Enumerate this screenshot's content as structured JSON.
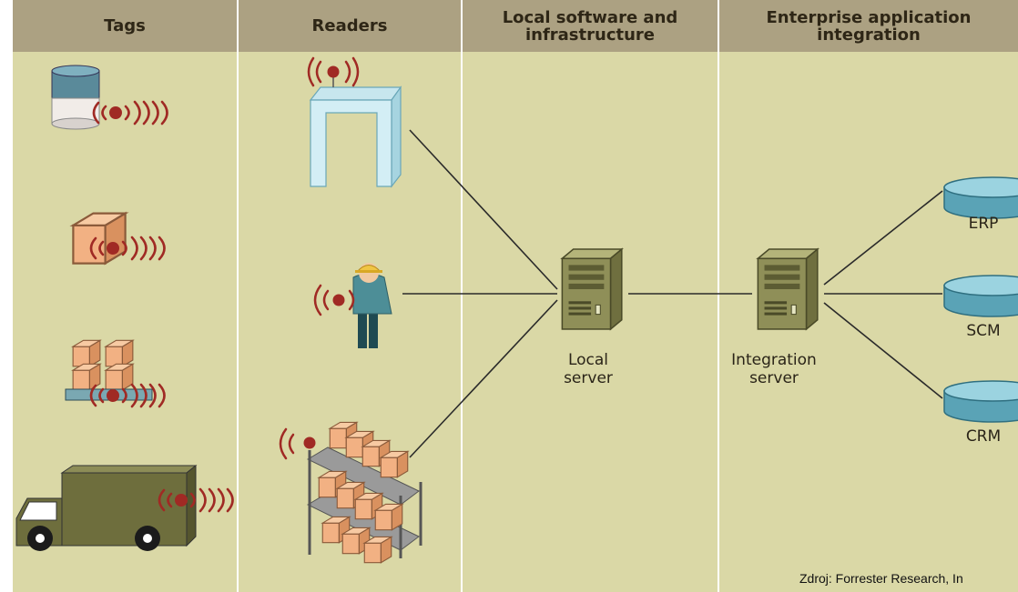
{
  "columns": {
    "tags": "Tags",
    "readers": "Readers",
    "local": "Local software and\ninfrastructure",
    "enterprise": "Enterprise application\nintegration"
  },
  "servers": {
    "local": "Local\nserver",
    "integration": "Integration\nserver"
  },
  "databases": {
    "erp": "ERP",
    "scm": "SCM",
    "crm": "CRM"
  },
  "source_credit": "Zdroj: Forrester Research, In",
  "colors": {
    "header": "#aca182",
    "panel": "#dad8a6",
    "line": "#2a2a2a",
    "tag_red": "#a02a24",
    "server": "#8a8a55",
    "db": "#6fb6c8"
  }
}
